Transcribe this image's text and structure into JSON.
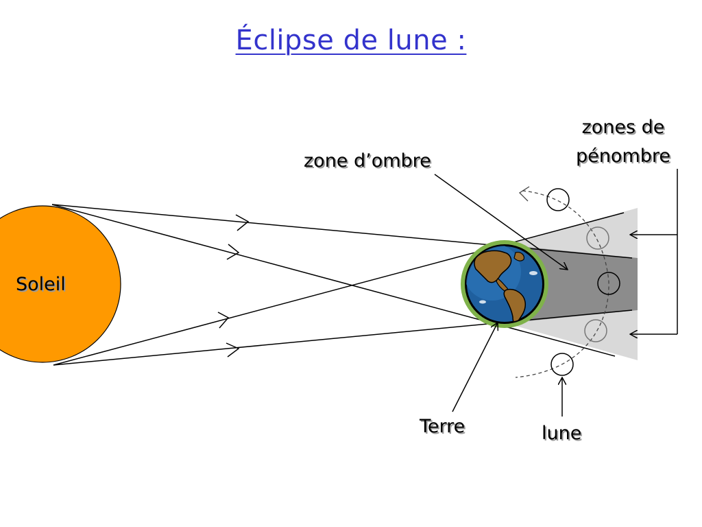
{
  "title": "Éclipse de lune :",
  "labels": {
    "sun": "Soleil",
    "umbra": "zone d’ombre",
    "penumbra_line1": "zones de",
    "penumbra_line2": "pénombre",
    "earth": "Terre",
    "moon": "lune"
  },
  "colors": {
    "title": "#3333cc",
    "sun": "#ff9900",
    "ocean": "#1f5f9e",
    "land": "#9a6b2a",
    "earth_glow": "#7fb24a",
    "umbra": "#8c8c8c",
    "penumbra": "#d9d9d9"
  },
  "icons": {
    "earth": "globe-americas-icon"
  }
}
